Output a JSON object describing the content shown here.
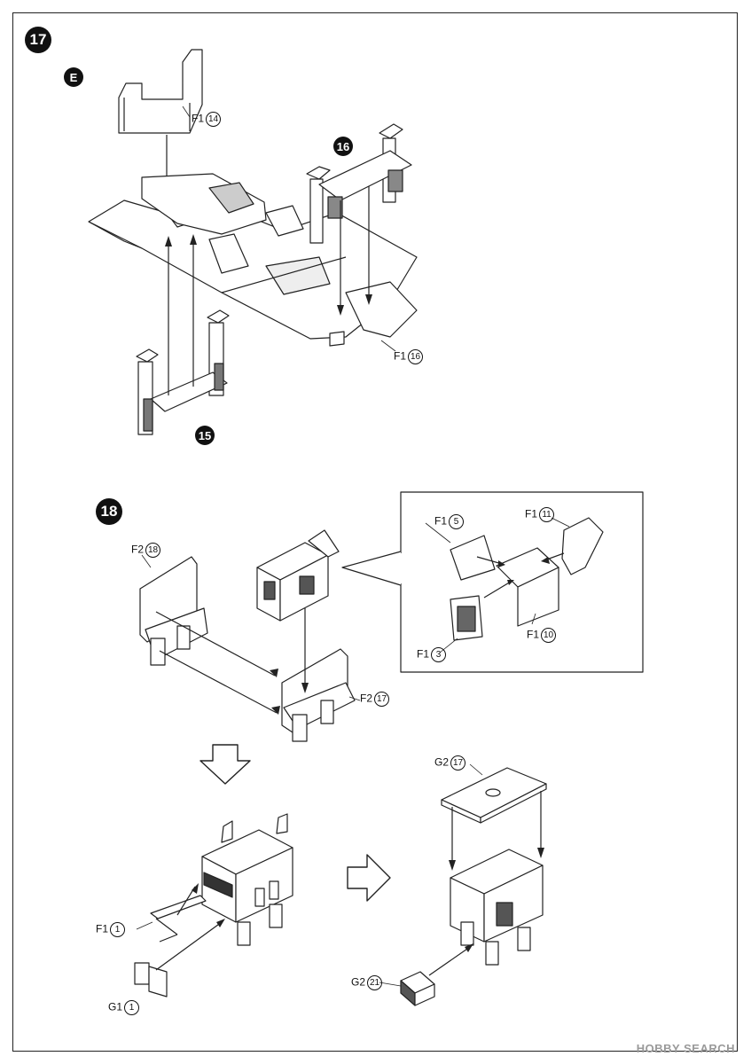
{
  "steps": {
    "step17": "17",
    "step18": "18",
    "sub_e": "E",
    "sub16": "16",
    "sub15": "15"
  },
  "labels": {
    "f1_14": {
      "part": "F1",
      "num": "14"
    },
    "f1_16": {
      "part": "F1",
      "num": "16"
    },
    "f2_18": {
      "part": "F2",
      "num": "18"
    },
    "f2_17": {
      "part": "F2",
      "num": "17"
    },
    "f1_5": {
      "part": "F1",
      "num": "5"
    },
    "f1_11": {
      "part": "F1",
      "num": "11"
    },
    "f1_10": {
      "part": "F1",
      "num": "10"
    },
    "f1_3": {
      "part": "F1",
      "num": "3"
    },
    "g2_17": {
      "part": "G2",
      "num": "17"
    },
    "f1_1": {
      "part": "F1",
      "num": "1"
    },
    "g1_1": {
      "part": "G1",
      "num": "1"
    },
    "g2_21": {
      "part": "G2",
      "num": "21"
    }
  },
  "watermark": "HOBBY SEARCH"
}
